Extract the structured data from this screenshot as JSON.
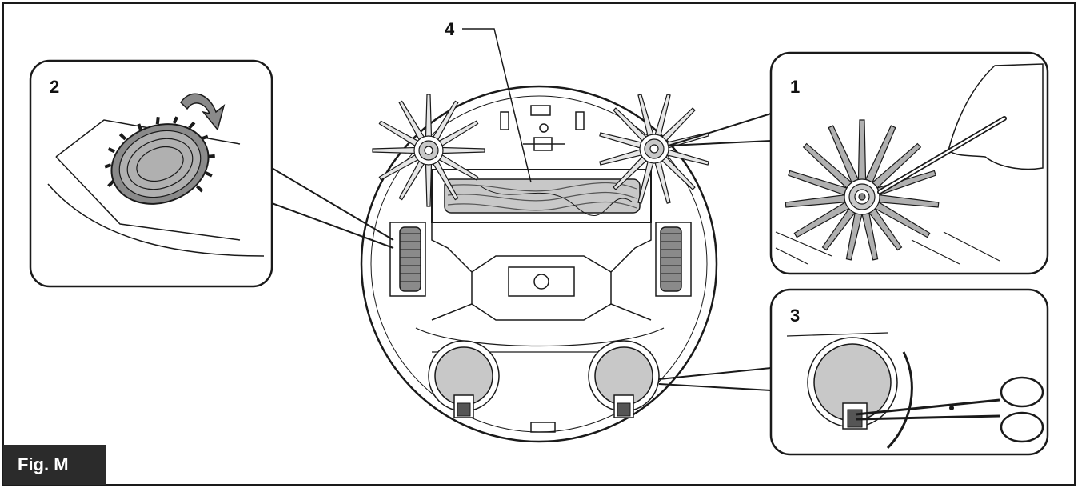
{
  "figure_label": "Fig. M",
  "callouts": {
    "side_brush": "1",
    "drive_wheel": "2",
    "caster_wheel": "3",
    "main_brush": "4"
  },
  "colors": {
    "line": "#1a1a1a",
    "fill_gray": "#c8c8c8",
    "fill_light": "#e6e6e6",
    "label_bg": "#2b2b2b"
  }
}
